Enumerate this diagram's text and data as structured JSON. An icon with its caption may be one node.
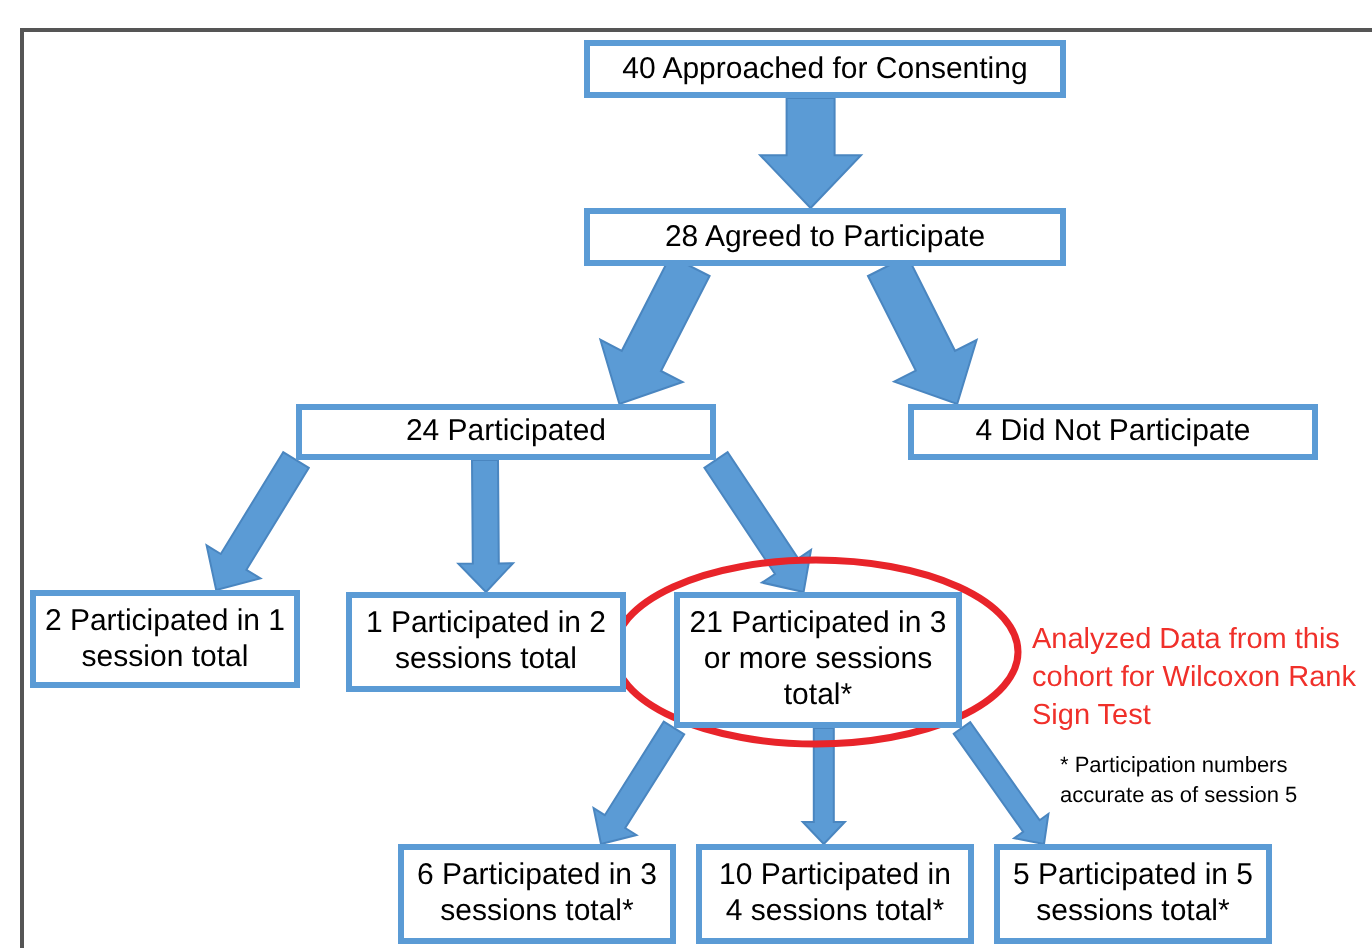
{
  "diagram": {
    "nodes": [
      {
        "text": [
          "40 Approached for Consenting"
        ]
      },
      {
        "text": [
          "28 Agreed to Participate"
        ]
      },
      {
        "text": [
          "24 Participated"
        ]
      },
      {
        "text": [
          "4 Did Not Participate"
        ]
      },
      {
        "text": [
          "2 Participated in 1 session total"
        ]
      },
      {
        "text": [
          "1 Participated in 2 sessions total"
        ]
      },
      {
        "text": [
          "21 Participated in 3 or more sessions total*"
        ]
      },
      {
        "text": [
          "6 Participated in 3 sessions total*"
        ]
      },
      {
        "text": [
          "10 Participated in 4 sessions total*"
        ]
      },
      {
        "text": [
          "5 Participated in 5 sessions total*"
        ]
      }
    ],
    "edges": [
      {
        "from": 0,
        "to": 1,
        "arrow": "to"
      },
      {
        "from": 1,
        "to": 2,
        "arrow": "to"
      },
      {
        "from": 1,
        "to": 3,
        "arrow": "to"
      },
      {
        "from": 2,
        "to": 4,
        "arrow": "to"
      },
      {
        "from": 2,
        "to": 5,
        "arrow": "to"
      },
      {
        "from": 2,
        "to": 6,
        "arrow": "to"
      },
      {
        "from": 6,
        "to": 7,
        "arrow": "to"
      },
      {
        "from": 6,
        "to": 8,
        "arrow": "to"
      },
      {
        "from": 6,
        "to": 9,
        "arrow": "to"
      }
    ],
    "labels": [
      "Analyzed Data from this cohort for Wilcoxon Rank Sign Test",
      "* Participation numbers accurate as of session 5"
    ]
  }
}
